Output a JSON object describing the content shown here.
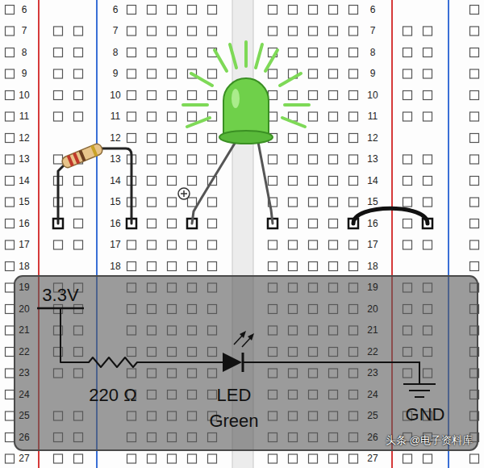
{
  "diagram": {
    "labels": [
      "6",
      "7",
      "8",
      "9",
      "10",
      "11",
      "12",
      "13",
      "14",
      "15",
      "16",
      "17",
      "18",
      "19",
      "20",
      "21",
      "22",
      "23",
      "24",
      "25",
      "26",
      "27",
      "6",
      "7",
      "8",
      "9",
      "10",
      "11",
      "12",
      "13",
      "14",
      "15",
      "16",
      "17",
      "18",
      "6",
      "7",
      "8",
      "9",
      "10",
      "11",
      "12",
      "13",
      "14",
      "15",
      "16",
      "17",
      "18",
      "19",
      "20",
      "21",
      "22",
      "23",
      "24",
      "25",
      "26",
      "27",
      "3.3V",
      "220 Ω",
      "LED",
      "Green",
      "GND",
      "头条 @电子资料库"
    ]
  }
}
